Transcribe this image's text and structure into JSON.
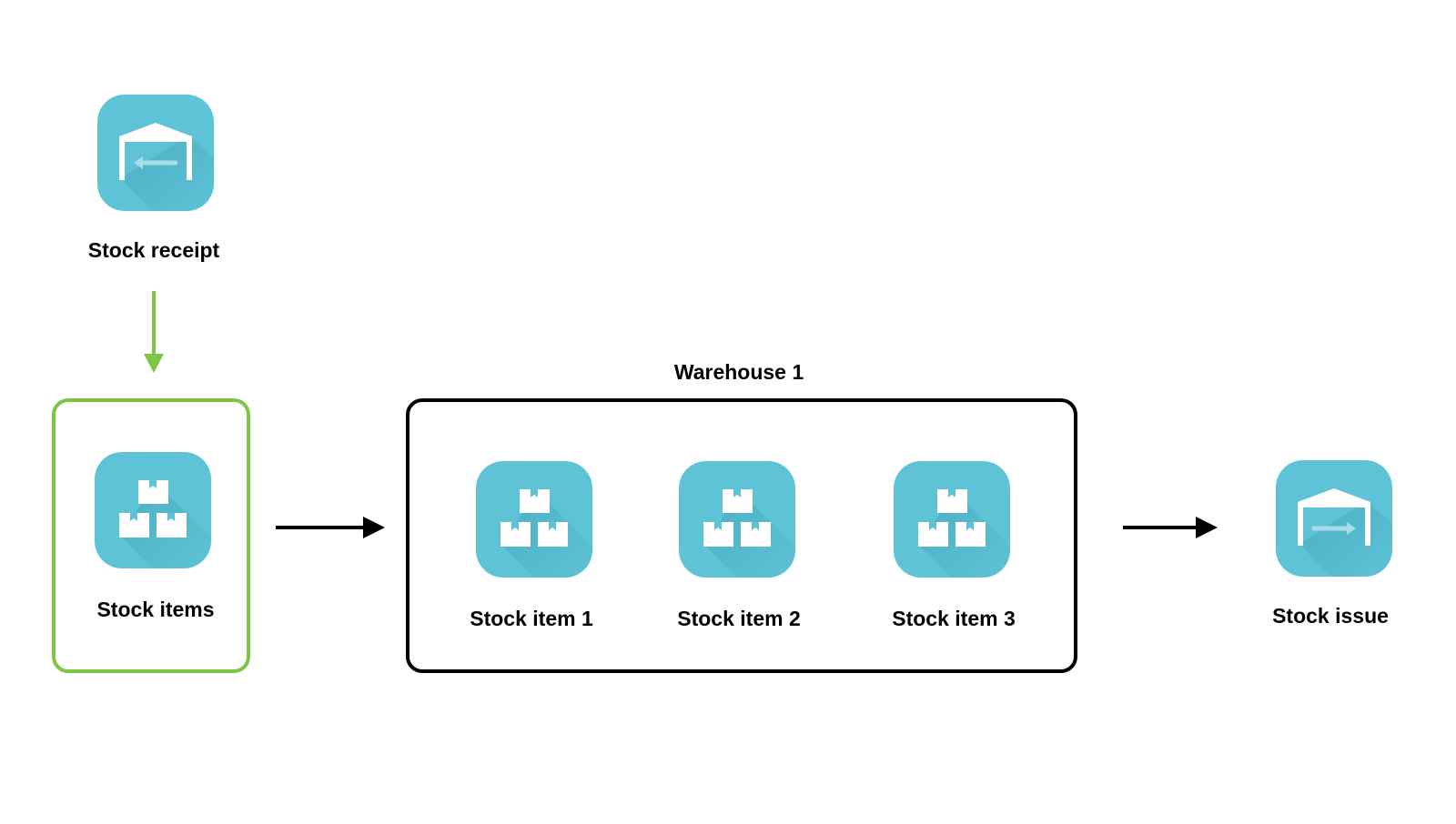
{
  "colors": {
    "tile": "#5ec3d7",
    "tile_shadow": "#4aaac0",
    "green": "#7dc544",
    "black": "#000000"
  },
  "nodes": {
    "stock_receipt": {
      "label": "Stock receipt",
      "icon": "warehouse-inbound-icon"
    },
    "stock_items": {
      "label": "Stock items",
      "icon": "boxes-stack-icon"
    },
    "warehouse": {
      "label": "Warehouse 1",
      "items": [
        {
          "label": "Stock item 1",
          "icon": "boxes-stack-icon"
        },
        {
          "label": "Stock item 2",
          "icon": "boxes-stack-icon"
        },
        {
          "label": "Stock item 3",
          "icon": "boxes-stack-icon"
        }
      ]
    },
    "stock_issue": {
      "label": "Stock issue",
      "icon": "warehouse-outbound-icon"
    }
  }
}
